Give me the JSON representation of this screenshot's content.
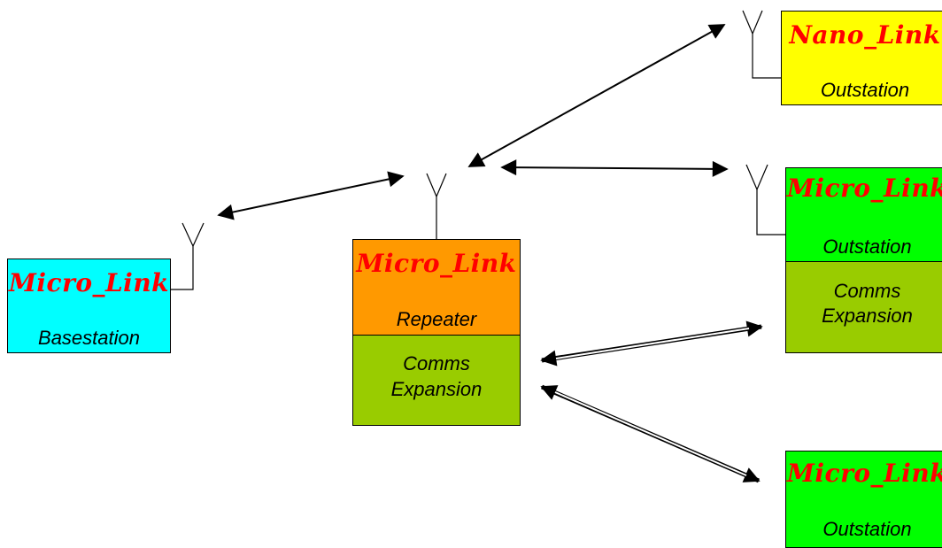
{
  "colors": {
    "basestation": "#00ffff",
    "repeater": "#ff9900",
    "comms_expansion": "#99cc00",
    "outstation_green": "#00ff00",
    "nano_outstation": "#ffff00",
    "brand_text": "#ff0000"
  },
  "nodes": {
    "basestation": {
      "brand": "Micro_Link",
      "role": "Basestation"
    },
    "repeater": {
      "brand": "Micro_Link",
      "role": "Repeater",
      "expansion": [
        "Comms",
        "Expansion"
      ]
    },
    "nano_outstation": {
      "brand": "Nano_Link",
      "role": "Outstation"
    },
    "outstation_1": {
      "brand": "Micro_Link",
      "role": "Outstation",
      "expansion": [
        "Comms",
        "Expansion"
      ]
    },
    "outstation_2": {
      "brand": "Micro_Link",
      "role": "Outstation"
    }
  },
  "links": [
    {
      "from": "basestation",
      "to": "repeater",
      "type": "radio"
    },
    {
      "from": "repeater",
      "to": "nano_outstation",
      "type": "radio"
    },
    {
      "from": "repeater",
      "to": "outstation_1",
      "type": "radio"
    },
    {
      "from": "repeater",
      "to": "outstation_1",
      "type": "wired"
    },
    {
      "from": "repeater",
      "to": "outstation_2",
      "type": "wired"
    }
  ],
  "icons": [
    "antenna-icon",
    "double-headed-arrow-icon",
    "wired-link-icon"
  ]
}
